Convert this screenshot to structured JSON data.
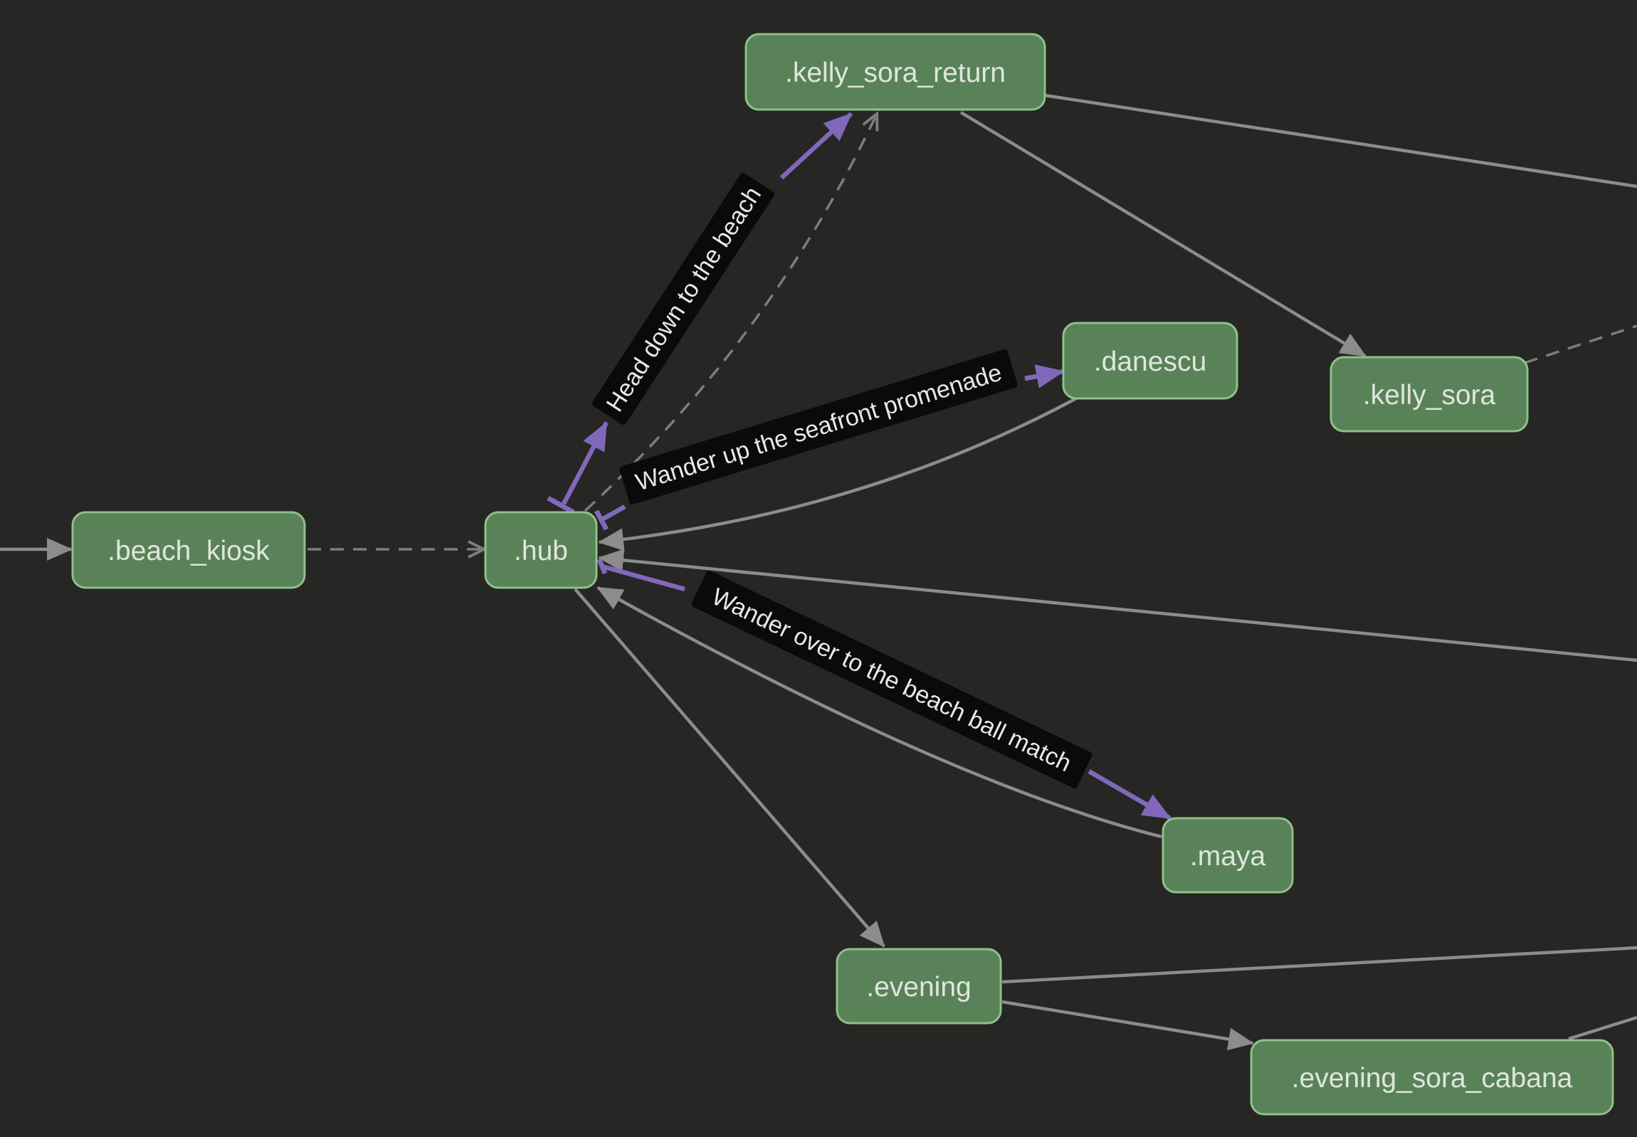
{
  "nodes": {
    "kelly_sora_return": ".kelly_sora_return",
    "danescu": ".danescu",
    "kelly_sora": ".kelly_sora",
    "beach_kiosk": ".beach_kiosk",
    "hub": ".hub",
    "maya": ".maya",
    "evening": ".evening",
    "evening_sora_cabana": ".evening_sora_cabana"
  },
  "choices": {
    "head_down_beach": "Head down to the beach",
    "seafront_promenade": "Wander up the seafront promenade",
    "beach_ball_match": "Wander over to the beach ball match"
  },
  "colors": {
    "background": "#262624",
    "node_fill": "#5a8259",
    "node_border": "#8ec288",
    "edge": "#8c8c8a",
    "choice_edge": "#8168ba",
    "choice_label_bg": "#0a0a0a"
  }
}
